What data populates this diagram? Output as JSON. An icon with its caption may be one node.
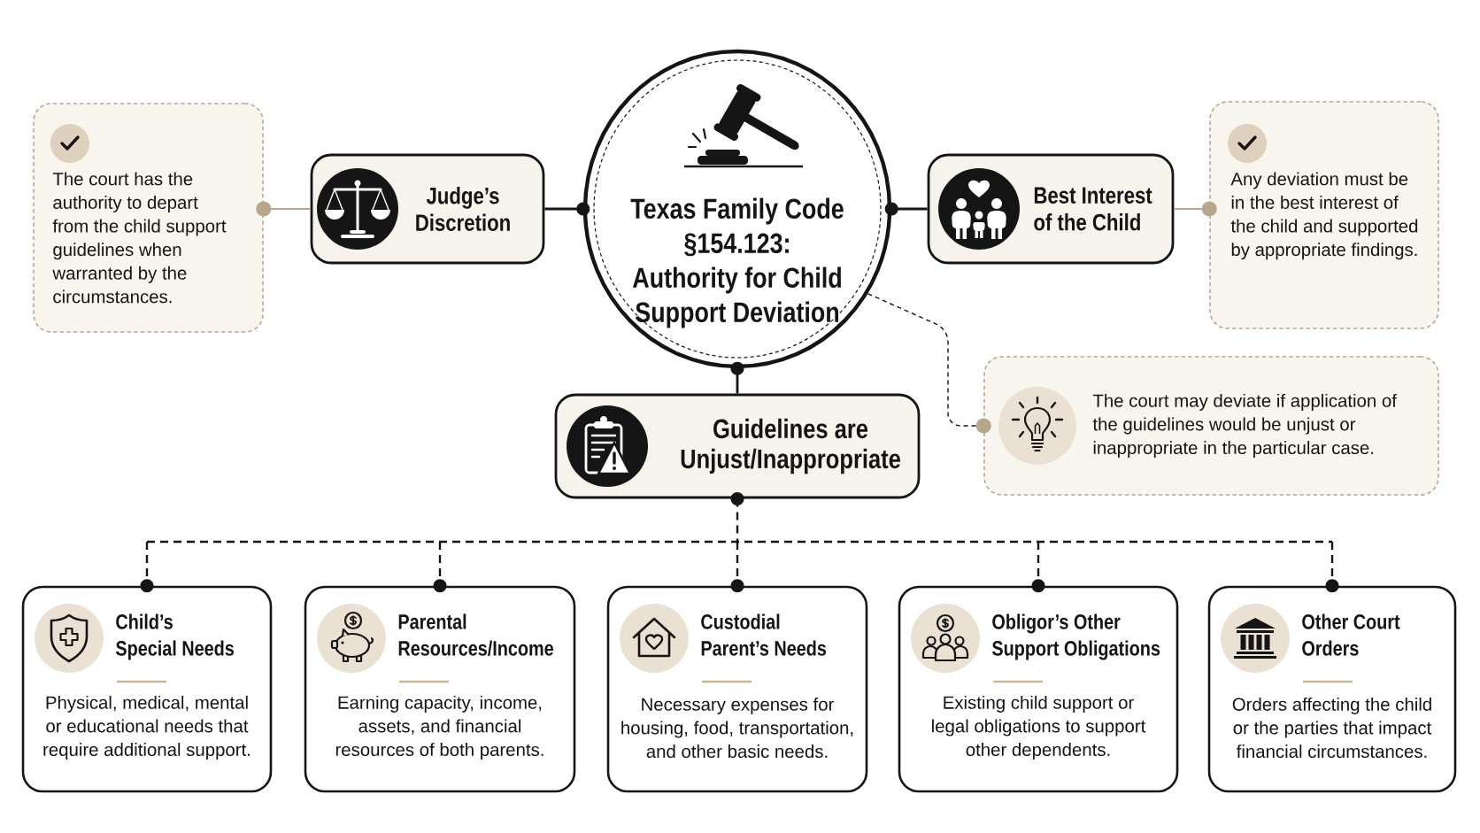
{
  "diagram": {
    "nodes": [
      {
        "text": [
          "Texas Family Code §154.123: Authority for Child Support Deviation"
        ]
      },
      {
        "text": [
          "Judge’s Discretion"
        ]
      },
      {
        "text": [
          "The court has the authority to depart from the child support guidelines when warranted by the circumstances."
        ]
      },
      {
        "text": [
          "Best Interest of the Child"
        ]
      },
      {
        "text": [
          "Any deviation must be in the best interest of the child and supported by appropriate findings."
        ]
      },
      {
        "text": [
          "Guidelines are Unjust/Inappropriate"
        ]
      },
      {
        "text": [
          "The court may deviate if application of the guidelines would be unjust or inappropriate in the particular case."
        ]
      },
      {
        "text": [
          "Child’s Special Needs",
          "Physical, medical, mental or educational needs that require additional support."
        ]
      },
      {
        "text": [
          "Parental Resources/Income",
          "Earning capacity, income, assets, and financial resources of both parents."
        ]
      },
      {
        "text": [
          "Custodial Parent’s Needs",
          "Necessary expenses for housing, food, transportation, and other basic needs."
        ]
      },
      {
        "text": [
          "Obligor’s Other Support Obligations",
          "Existing child support or legal obligations to support other dependents."
        ]
      },
      {
        "text": [
          "Other Court Orders",
          "Orders affecting the child or the parties that impact financial circumstances."
        ]
      }
    ],
    "edges": [
      {
        "from": 1,
        "to": 0,
        "arrow": "other"
      },
      {
        "from": 1,
        "to": 2,
        "arrow": "other",
        "color": "#b9a78d"
      },
      {
        "from": 3,
        "to": 0,
        "arrow": "other"
      },
      {
        "from": 3,
        "to": 4,
        "arrow": "other",
        "color": "#b9a78d"
      },
      {
        "from": 5,
        "to": 0,
        "arrow": "other"
      },
      {
        "from": 0,
        "to": 6,
        "arrow": "other",
        "style": "dashed"
      },
      {
        "from": 5,
        "to": 7,
        "arrow": "other",
        "style": "dashed"
      },
      {
        "from": 5,
        "to": 8,
        "arrow": "other",
        "style": "dashed"
      },
      {
        "from": 5,
        "to": 9,
        "arrow": "other",
        "style": "dashed"
      },
      {
        "from": 5,
        "to": 10,
        "arrow": "other",
        "style": "dashed"
      },
      {
        "from": 5,
        "to": 11,
        "arrow": "other",
        "style": "dashed"
      }
    ]
  }
}
